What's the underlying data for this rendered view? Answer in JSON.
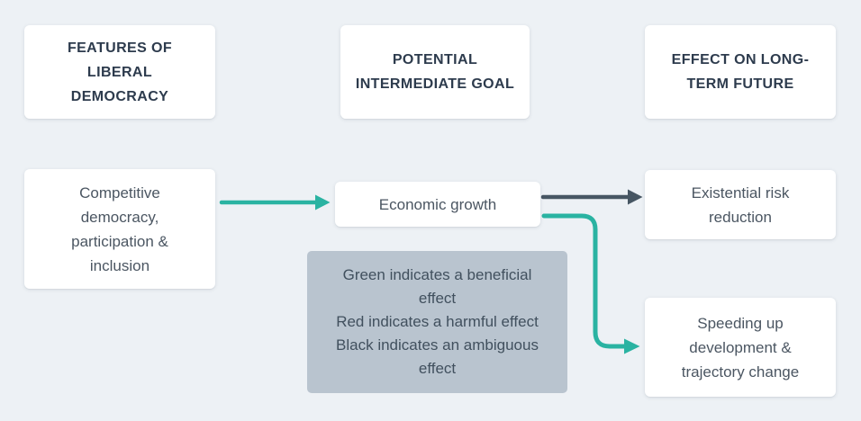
{
  "colors": {
    "background": "#edf1f5",
    "card_bg": "#ffffff",
    "heading_text": "#2d3b4d",
    "body_text": "#4b5662",
    "legend_bg": "#b9c4cf",
    "legend_text": "#41505e",
    "teal": "#2ab3a2",
    "dark": "#475663"
  },
  "columns": [
    {
      "header": "FEATURES OF\nLIBERAL\nDEMOCRACY"
    },
    {
      "header": "POTENTIAL\nINTERMEDIATE GOAL"
    },
    {
      "header": "EFFECT ON LONG-\nTERM FUTURE"
    }
  ],
  "nodes": {
    "competitive": {
      "label": "Competitive\ndemocracy,\nparticipation &\ninclusion"
    },
    "economic": {
      "label": "Economic growth"
    },
    "existential": {
      "label": "Existential risk\nreduction"
    },
    "speeding": {
      "label": "Speeding up\ndevelopment &\ntrajectory change"
    }
  },
  "legend": {
    "lines": [
      "Green indicates a beneficial effect",
      "Red indicates a harmful effect",
      "Black indicates an ambiguous effect"
    ]
  },
  "arrows": [
    {
      "from": "competitive-democracy",
      "to": "economic-growth",
      "color": "#2ab3a2"
    },
    {
      "from": "economic-growth",
      "to": "existential-risk-reduction",
      "color": "#475663"
    },
    {
      "from": "economic-growth",
      "to": "speeding-up-development",
      "color": "#2ab3a2"
    }
  ]
}
